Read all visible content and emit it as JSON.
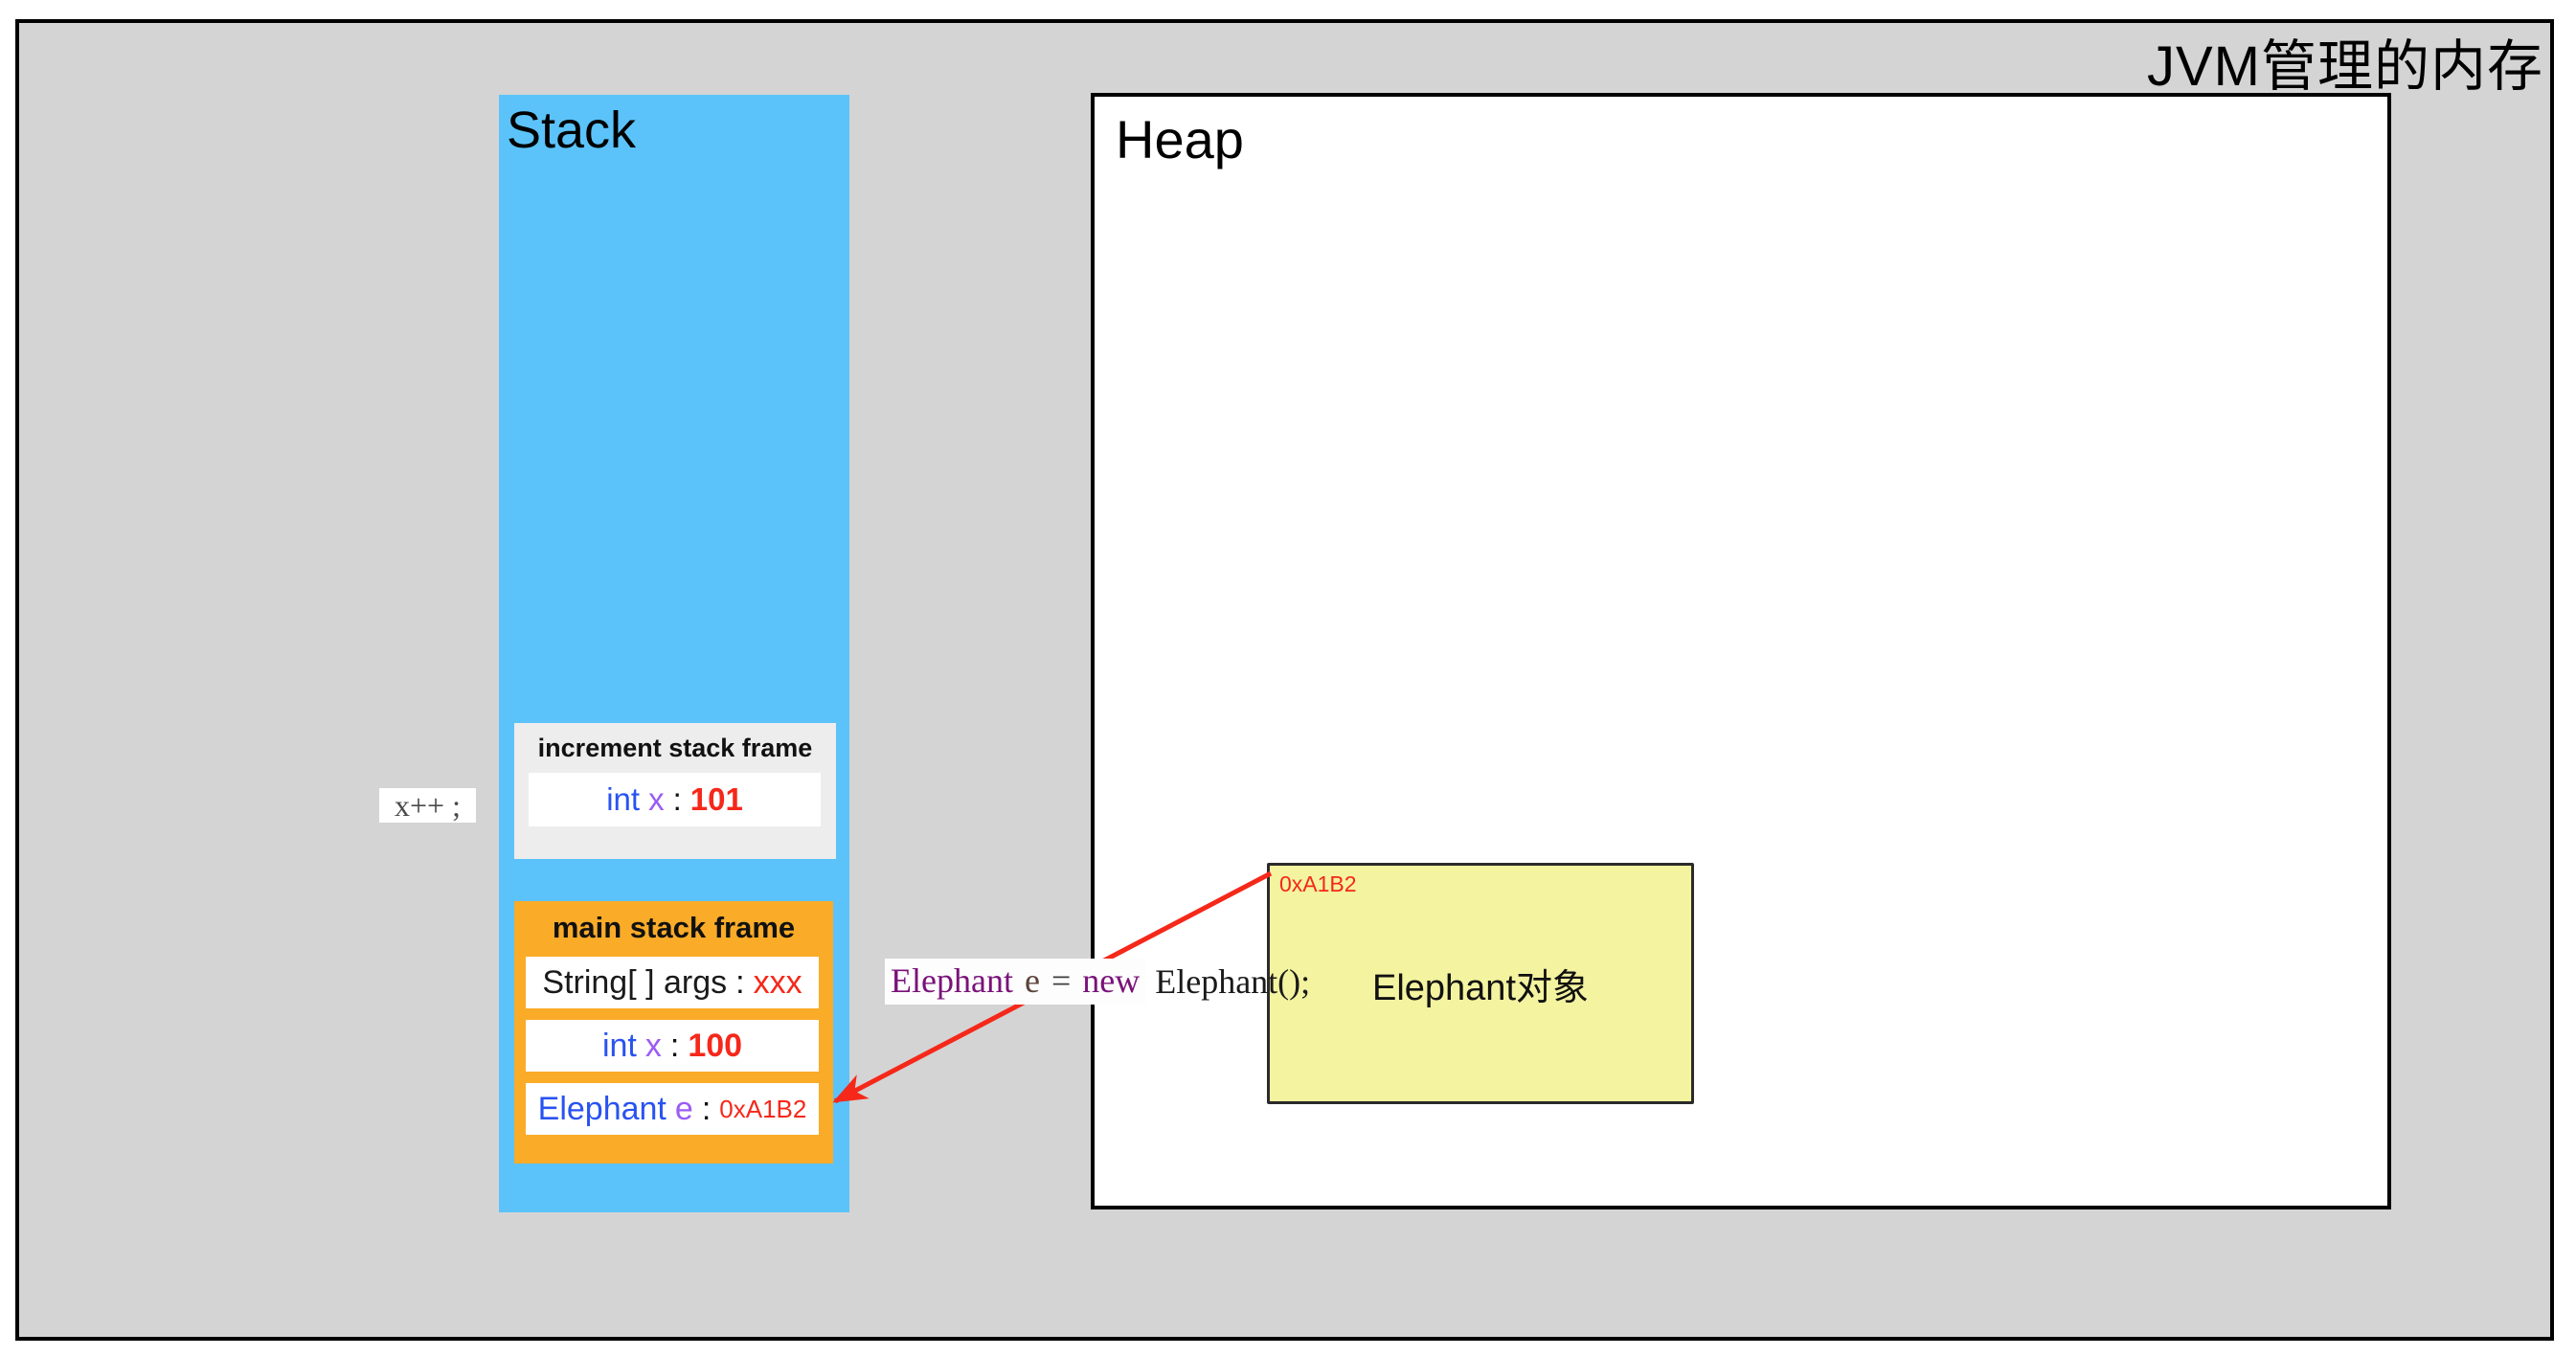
{
  "title": "JVM管理的内存",
  "stack": {
    "label": "Stack",
    "increment_frame": {
      "title": "increment stack frame",
      "row": {
        "type": "int",
        "name": "x",
        "sep": ":",
        "value": "101"
      }
    },
    "main_frame": {
      "title": "main stack frame",
      "rows": {
        "args": {
          "label": "String[ ] args",
          "sep": ":",
          "value": "xxx"
        },
        "x": {
          "type": "int",
          "name": "x",
          "sep": ":",
          "value": "100"
        },
        "e": {
          "type": "Elephant",
          "name": "e",
          "sep": ":",
          "value": "0xA1B2"
        }
      }
    }
  },
  "heap": {
    "label": "Heap",
    "object": {
      "address": "0xA1B2",
      "label": "Elephant对象"
    }
  },
  "annotations": {
    "increment_statement": "x++ ;",
    "assignment": {
      "type": "Elephant",
      "var": "e",
      "equals": "=",
      "keyword": "new",
      "call": "Elephant();"
    }
  },
  "colors": {
    "background_gray": "#D4D4D4",
    "stack_fill": "#5BC3F9",
    "main_frame_fill": "#FAAB28",
    "increment_frame_fill": "#EDEDED",
    "heap_object_fill": "#F3F3A0",
    "pointer_red": "#F5281A",
    "type_blue": "#2953F1",
    "var_purple": "#9B5BF5",
    "value_red": "#F5281A",
    "code_purple": "#7A127A"
  }
}
